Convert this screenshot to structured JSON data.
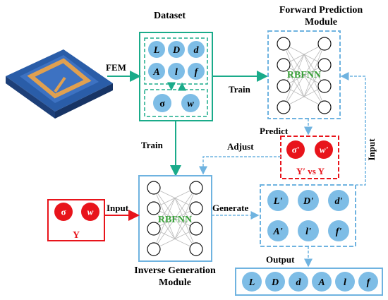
{
  "labels": {
    "dataset_title": "Dataset",
    "forward_title_line1": "Forward Prediction",
    "forward_title_line2": "Module",
    "inverse_title_line1": "Inverse Generation",
    "inverse_title_line2": "Module",
    "fem": "FEM",
    "train_top": "Train",
    "train_left": "Train",
    "predict": "Predict",
    "adjust": "Adjust",
    "input_right": "Input",
    "input_left": "Input",
    "generate": "Generate",
    "output": "Output",
    "rbfnn_forward": "RBFNN",
    "rbfnn_inverse": "RBFNN"
  },
  "dataset_params": [
    "L",
    "D",
    "d",
    "A",
    "l",
    "f"
  ],
  "dataset_outputs": [
    "σ",
    "w"
  ],
  "predicted_outputs": [
    "σ'",
    "w'"
  ],
  "compare_text": "Y′ vs Y",
  "target_outputs": [
    "σ",
    "w"
  ],
  "target_label": "Y",
  "generated_params": [
    "L'",
    "D'",
    "d'",
    "A'",
    "l'",
    "f'"
  ],
  "output_params": [
    "L",
    "D",
    "d",
    "A",
    "l",
    "f"
  ],
  "colors": {
    "teal": "#1aab8a",
    "light_blue": "#6fb3e0",
    "red": "#e8141b",
    "circle_fill": "#7ebde6",
    "rbfnn_green": "#3aa23a",
    "substrate": "#2a5da8",
    "gold": "#e0a050"
  }
}
